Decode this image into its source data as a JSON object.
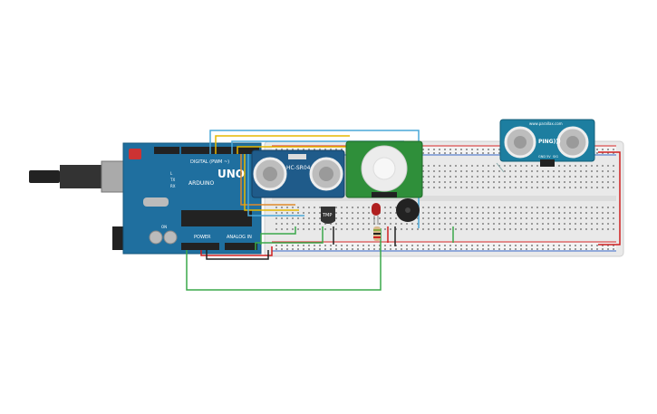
{
  "arduino": {
    "brand": "UNO",
    "logo_text": "ARDUINO",
    "digital_label": "DIGITAL (PWM ~)",
    "power_label": "POWER",
    "analog_label": "ANALOG IN",
    "tx_label": "TX",
    "rx_label": "RX",
    "l_label": "L",
    "on_label": "ON"
  },
  "hcsr04": {
    "label": "HC-SR04"
  },
  "ping": {
    "label": "PING)))",
    "brand": "www.parallax.com",
    "pins": [
      "GND",
      "5V",
      "SIG"
    ]
  },
  "tmp": {
    "label": "TMP"
  },
  "colors": {
    "arduino_board": "#1f6f9f",
    "breadboard": "#e9e9e9",
    "wire_red": "#d02020",
    "wire_black": "#222222",
    "wire_green": "#3aa84a",
    "wire_yellow": "#e6b800",
    "wire_blue": "#4aa8d8",
    "wire_orange": "#e08a2a",
    "pir": "#2f8f3a",
    "sensor_board": "#1f5b8a",
    "ping_board": "#1d7ea0"
  }
}
